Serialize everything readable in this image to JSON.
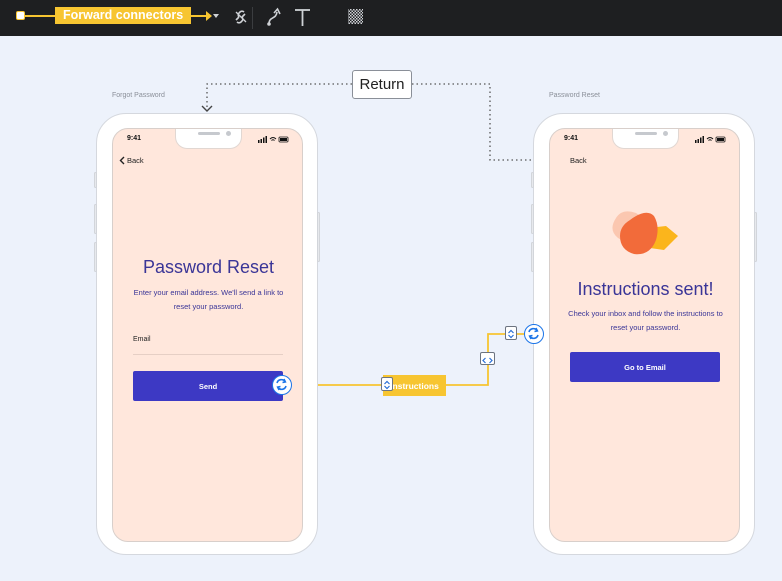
{
  "toolbar": {
    "connector_mode_label": "Forward connectors",
    "connector_color": "#f7c531",
    "icons": [
      "connector-start-icon",
      "dropdown-caret-icon",
      "unlink-icon",
      "curve-connector-icon",
      "text-tool-icon",
      "transparency-icon"
    ]
  },
  "canvas": {
    "frame_left_label": "Forgot Password",
    "frame_right_label": "Password Reset",
    "return_connector_label": "Return",
    "instructions_connector_label": "Instructions"
  },
  "phone_left": {
    "status_time": "9:41",
    "back_label": "Back",
    "title": "Password Reset",
    "subtitle": "Enter your email address. We'll send a link to reset your password.",
    "email_label": "Email",
    "email_value": "",
    "send_label": "Send"
  },
  "phone_right": {
    "status_time": "9:41",
    "back_label": "Back",
    "title": "Instructions sent!",
    "subtitle": "Check your inbox and follow the instructions to reset your password.",
    "go_email_label": "Go to Email"
  },
  "colors": {
    "toolbar_bg": "#1e1f21",
    "canvas_bg": "#edf2fb",
    "screen_bg": "#ffe7dc",
    "primary_button": "#3d39c4",
    "title_text": "#3a3597",
    "blob_orange": "#f26b3a",
    "blob_yellow": "#fbb51c",
    "blob_peach": "#fbc7b0"
  }
}
